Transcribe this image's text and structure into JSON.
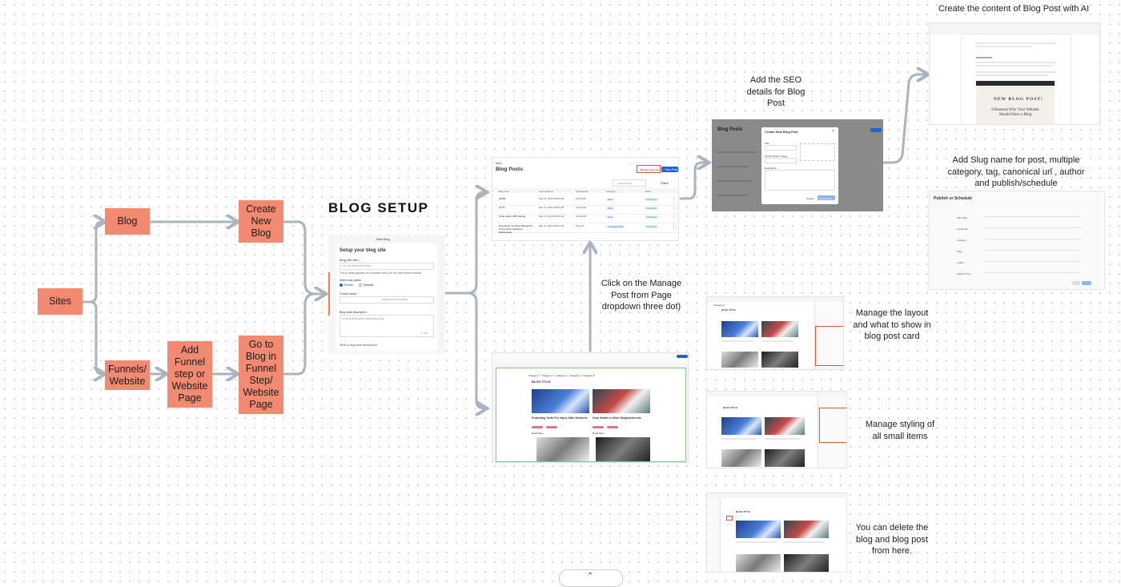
{
  "title": "BLOG  SETUP",
  "nodes": {
    "sites": "Sites",
    "blog": "Blog",
    "create_new_blog": "Create New Blog",
    "funnels_website": "Funnels/ Website",
    "add_funnel_step": "Add Funnel step or Website Page",
    "go_to_blog": "Go to Blog in Funnel Step/ Website Page"
  },
  "annotations": {
    "click_manage": "Click on the Manage Post from Page dropdown three dot)",
    "seo": "Add the SEO details for Blog Post",
    "ai": "Create the content of Blog  Post with AI",
    "slug": "Add Slug name for post, multiple category, tag, canonical url , author and publish/schedule",
    "layout": "Manage the layout and what to show in blog post card",
    "styling": "Manage styling of all small items",
    "delete": "You can delete the blog and blog post from here."
  },
  "setup_shot": {
    "header": "New blog",
    "heading": "Setup your blog site",
    "title_label": "Blog site title *",
    "title_placeholder": "e.g. My Awesome Blog",
    "title_help": "This is what appears in a browser tab & for our and search results",
    "option_label": "Select one option",
    "option_funnel": "Funnel",
    "option_website": "Website",
    "funnel_name_label": "Funnel name *",
    "funnel_name_placeholder": "select your blog step",
    "desc_label": "Blog meta description",
    "desc_placeholder": "A short description about this blog",
    "counter": "0 / 160",
    "footer": "What is blog meta description?"
  },
  "posts_shot": {
    "back": "Back",
    "heading": "Blog Posts",
    "new_post": "+ New Post",
    "manage_btn": "Manage blog post",
    "search": "Search blogs",
    "filters": "Filters",
    "columns": [
      "Blog Post",
      "Last Updated",
      "Updated By",
      "Category",
      "Status"
    ],
    "rows": [
      {
        "name": "23456",
        "date": "Mar 12, 2024 08:56 AM",
        "by": "Ali Sheikh",
        "cat": "New",
        "status": "Published"
      },
      {
        "name": "Ali T1",
        "date": "Mar 12, 2024 08:56 AM",
        "by": "Ali Sheikh",
        "cat": "New",
        "status": "Published"
      },
      {
        "name": "Cook online CBT training",
        "date": "Mar 12, 2024 08:56 AM",
        "by": "Ali Sheikh",
        "cat": "New",
        "status": "Published"
      },
      {
        "name": "Everything You Ever Wanted To Know About Vacations Marketplace",
        "date": "Mar 12, 2024 08:56 AM",
        "by": "Pooja S",
        "cat": "Uncategorized",
        "status": "Published"
      }
    ]
  },
  "seo_shot": {
    "heading": "Blog Posts",
    "modal_title": "Create New Blog Post",
    "title_field": "Title",
    "image_label": "Alt Text (Feat. Image)",
    "desc_label": "Description",
    "cancel": "Cancel",
    "create": "Create Post"
  },
  "ai_shot": {
    "heading": "NEW BLOG POST!",
    "subtitle": "8 Reasons Why Your Website Should Have a Blog"
  },
  "slug_shot": {
    "heading": "Publish or Schedule",
    "labels": [
      "URL Slug",
      "Canonical",
      "Category",
      "Tags",
      "Author",
      "Publish Time"
    ]
  },
  "builder_shot": {
    "nav": [
      "Category 1",
      "Category 2",
      "Category 3",
      "Category 4",
      "Category 5"
    ],
    "blog_title": "BLOG TITLE",
    "post1": "Protecting Teeth For Injury After Dentures",
    "post2": "Gum Health in Older Neighborhoods",
    "read_more": "Read More"
  },
  "colors": {
    "node": "#f28a72",
    "arrow": "#a9b4bf",
    "highlight": "#e0533d",
    "primary": "#1a63d9",
    "published": "#22a55b"
  }
}
